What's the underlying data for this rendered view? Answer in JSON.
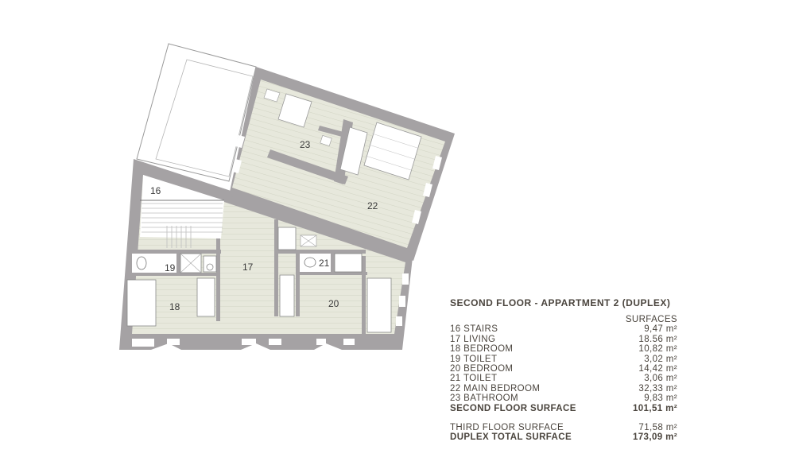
{
  "plan": {
    "rooms": [
      {
        "id": "16",
        "label": "16"
      },
      {
        "id": "17",
        "label": "17"
      },
      {
        "id": "18",
        "label": "18"
      },
      {
        "id": "19",
        "label": "19"
      },
      {
        "id": "20",
        "label": "20"
      },
      {
        "id": "21",
        "label": "21"
      },
      {
        "id": "22",
        "label": "22"
      },
      {
        "id": "23",
        "label": "23"
      }
    ],
    "colors": {
      "wall": "#a5a2a4",
      "floor": "#e7e8dc",
      "floor_lines": "#d2d4c4",
      "terrace": "#ffffff",
      "outline": "#8a8a8a"
    }
  },
  "legend": {
    "title": "SECOND FLOOR - APPARTMENT 2 (DUPLEX)",
    "column_header": "SURFACES",
    "rows": [
      {
        "name": "16 STAIRS",
        "value": "9,47 m²"
      },
      {
        "name": "17 LIVING",
        "value": "18.56 m²"
      },
      {
        "name": "18 BEDROOM",
        "value": "10,82 m²"
      },
      {
        "name": "19 TOILET",
        "value": "3,02 m²"
      },
      {
        "name": "20 BEDROOM",
        "value": "14,42 m²"
      },
      {
        "name": "21 TOILET",
        "value": "3,06 m²"
      },
      {
        "name": "22 MAIN BEDROOM",
        "value": "32,33 m²"
      },
      {
        "name": "23 BATHROOM",
        "value": "9,83 m²"
      }
    ],
    "second_floor_total": {
      "name": "SECOND FLOOR SURFACE",
      "value": "101,51 m²"
    },
    "third_floor": {
      "name": "THIRD FLOOR SURFACE",
      "value": "71,58 m²"
    },
    "duplex_total": {
      "name": "DUPLEX TOTAL SURFACE",
      "value": "173,09 m²"
    }
  }
}
